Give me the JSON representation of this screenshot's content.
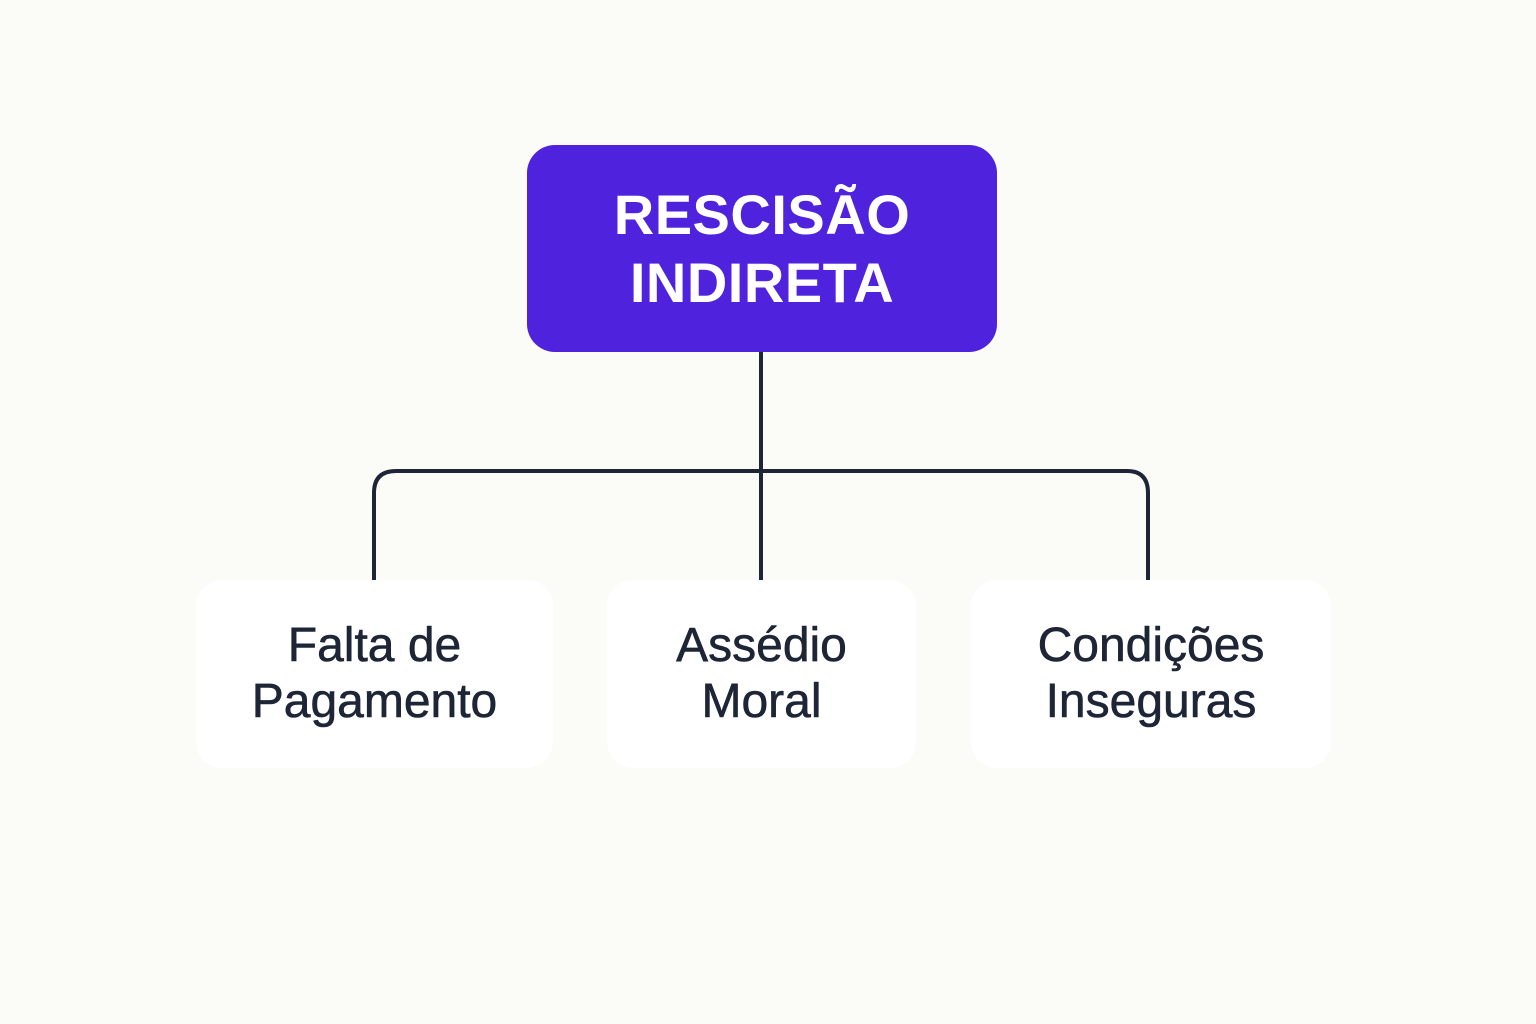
{
  "diagram": {
    "root": {
      "lines": [
        "RESCISÃO",
        "INDIRETA"
      ],
      "color": "#4f22de"
    },
    "children": [
      {
        "lines": [
          "Falta de",
          "Pagamento"
        ]
      },
      {
        "lines": [
          "Assédio",
          "Moral"
        ]
      },
      {
        "lines": [
          "Condições",
          "Inseguras"
        ]
      }
    ],
    "connector_color": "#1d2536"
  }
}
